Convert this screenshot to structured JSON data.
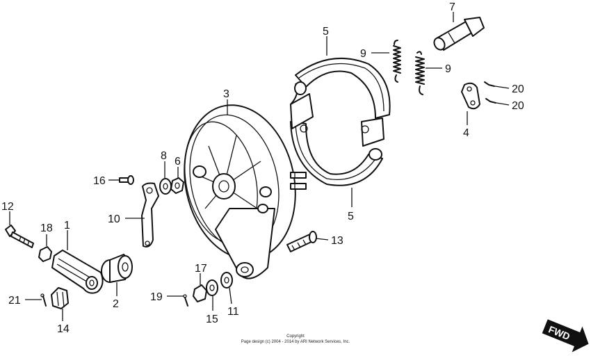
{
  "callouts": {
    "c1": "1",
    "c2": "2",
    "c3": "3",
    "c4": "4",
    "c5a": "5",
    "c5b": "5",
    "c6": "6",
    "c7": "7",
    "c8": "8",
    "c9a": "9",
    "c9b": "9",
    "c10": "10",
    "c11": "11",
    "c12": "12",
    "c13": "13",
    "c14": "14",
    "c15": "15",
    "c16": "16",
    "c17": "17",
    "c18": "18",
    "c19": "19",
    "c20a": "20",
    "c20b": "20",
    "c21": "21"
  },
  "copyright": {
    "line1": "Copyright",
    "line2": "Page design (c) 2004 - 2014 by ARI Network Services, Inc."
  },
  "direction_marker": "FWD"
}
